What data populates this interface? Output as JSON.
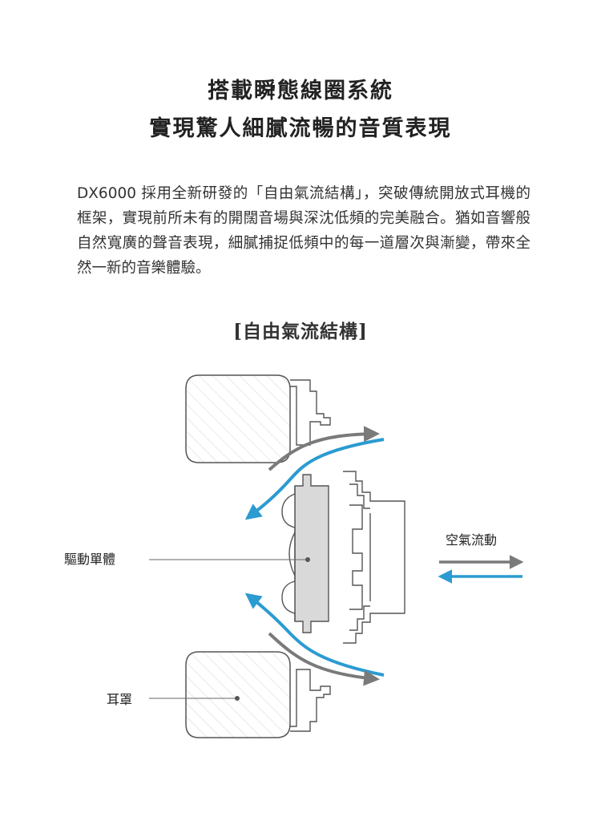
{
  "header": {
    "title_line1": "搭載瞬態線圈系統",
    "title_line2": "實現驚人細膩流暢的音質表現"
  },
  "description": "DX6000 採用全新研發的「自由氣流結構」，突破傳統開放式耳機的框架，實現前所未有的開闊音場與深沈低頻的完美融合。猶如音響般自然寬廣的聲音表現，細膩捕捉低頻中的每一道層次與漸變，帶來全然一新的音樂體驗。",
  "diagram": {
    "title": "[自由氣流結構]",
    "labels": {
      "driver": "驅動單體",
      "ear_cup": "耳罩",
      "airflow": "空氣流動"
    },
    "colors": {
      "blue_flow": "#2b9bd1",
      "gray_flow": "#7a7a7a",
      "outline": "#555555",
      "driver_fill": "#d9d9d9"
    }
  }
}
